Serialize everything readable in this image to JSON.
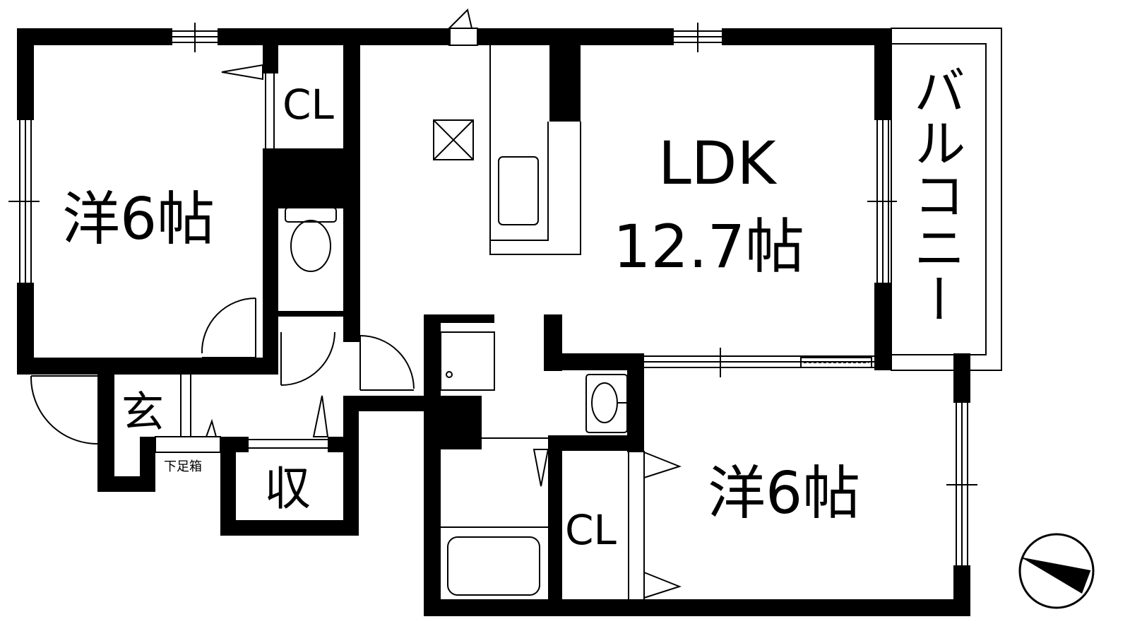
{
  "rooms": {
    "bedroom_west": {
      "label": "洋6帖"
    },
    "closet_west": {
      "label": "CL"
    },
    "ldk": {
      "name": "LDK",
      "size": "12.7帖"
    },
    "balcony": {
      "label": "バルコニー"
    },
    "entrance": {
      "label": "玄"
    },
    "shoe_cabinet": {
      "label": "下足箱"
    },
    "storage": {
      "label": "収"
    },
    "closet_south": {
      "label": "CL"
    },
    "bedroom_south": {
      "label": "洋6帖"
    }
  },
  "compass": {
    "icon": "north-arrow-icon"
  }
}
